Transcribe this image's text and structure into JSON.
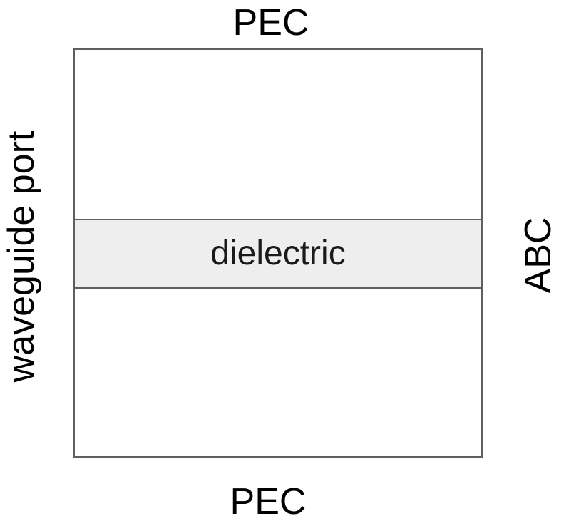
{
  "diagram": {
    "boundaries": {
      "top": "PEC",
      "bottom": "PEC",
      "left": "waveguide port",
      "right": "ABC"
    },
    "regions": {
      "dielectric": "dielectric"
    },
    "colors": {
      "outline": "#5f5f5f",
      "background": "#ffffff",
      "dielectric_fill": "#eeeeee",
      "text": "#000000"
    }
  }
}
